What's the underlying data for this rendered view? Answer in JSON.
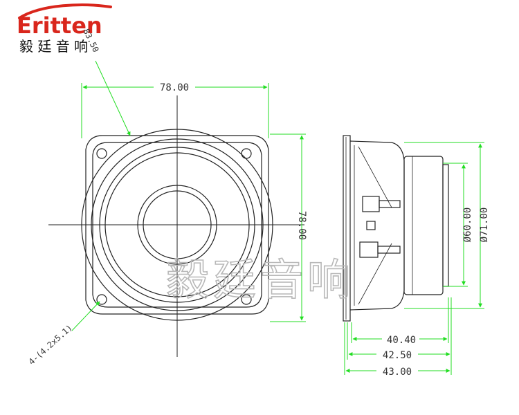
{
  "logo": {
    "brand_latin": "Eritten",
    "brand_cjk": "毅 廷 音 响"
  },
  "watermark": "毅廷音响",
  "front_view": {
    "width_label": "78.00",
    "height_label": "78.00",
    "diagonal_label": "83.50",
    "mount_hole_label": "4-(4.2x5.1)"
  },
  "side_view": {
    "dia_small_label": "Ø60.00",
    "dia_large_label": "Ø71.00",
    "depth_1_label": "40.40",
    "depth_2_label": "42.50",
    "depth_3_label": "43.00"
  },
  "colors": {
    "dimension": "#22dd22",
    "outline": "#222222",
    "brand_red": "#d9261c",
    "watermark": "#c8c8c8"
  }
}
